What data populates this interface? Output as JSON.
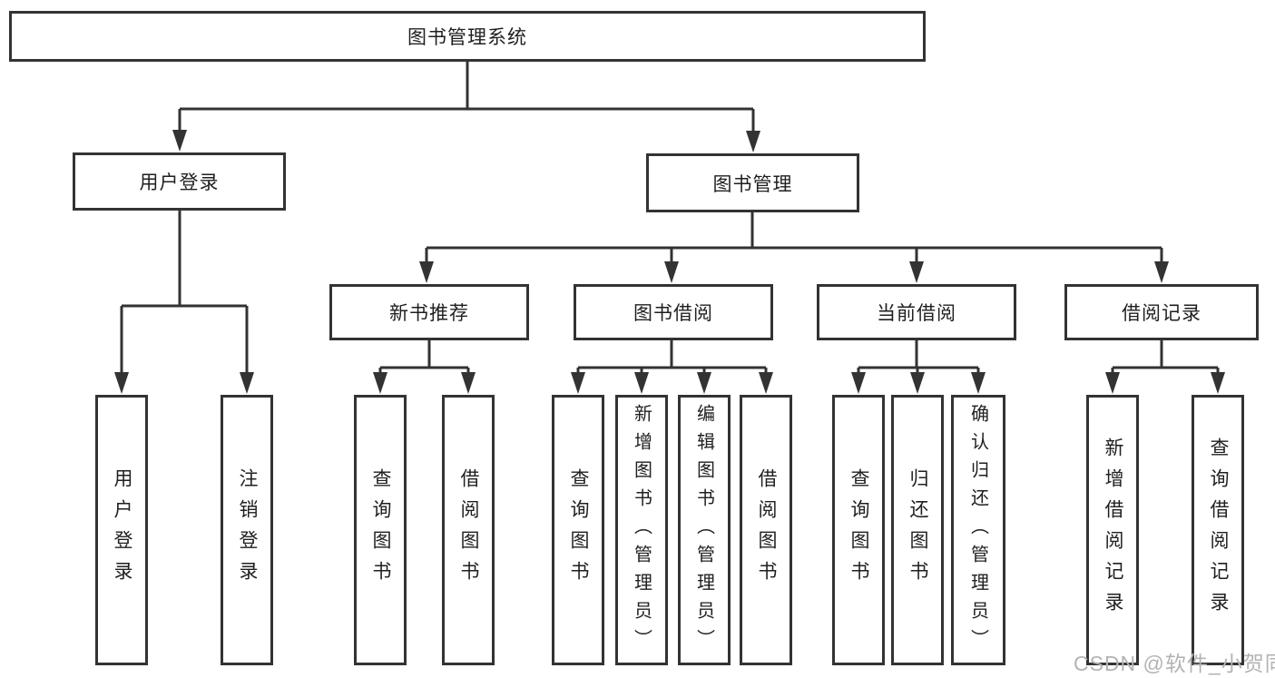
{
  "diagram": {
    "root": {
      "label": "图书管理系统"
    },
    "level2": {
      "user_login": {
        "label": "用户登录"
      },
      "book_mgmt": {
        "label": "图书管理"
      }
    },
    "level3": {
      "new_book_rec": {
        "label": "新书推荐"
      },
      "book_borrow": {
        "label": "图书借阅"
      },
      "current_borrow": {
        "label": "当前借阅"
      },
      "borrow_record": {
        "label": "借阅记录"
      }
    },
    "leaves": {
      "user_login": {
        "label": "用户登录"
      },
      "logout": {
        "label": "注销登录"
      },
      "rec_query_books": {
        "label": "查询图书"
      },
      "rec_borrow_books": {
        "label": "借阅图书"
      },
      "borrow_query_books": {
        "label": "查询图书"
      },
      "add_books_admin": {
        "label": "新增图书（管理员）"
      },
      "edit_books_admin": {
        "label": "编辑图书（管理员）"
      },
      "borrow_borrow_books": {
        "label": "借阅图书"
      },
      "cur_query_books": {
        "label": "查询图书"
      },
      "return_books": {
        "label": "归还图书"
      },
      "confirm_return_admin": {
        "label": "确认归还（管理员）"
      },
      "add_borrow_record": {
        "label": "新增借阅记录"
      },
      "query_borrow_record": {
        "label": "查询借阅记录"
      }
    },
    "watermark": "CSDN @软件_小贺同学",
    "colors": {
      "line": "#333333",
      "border": "#333333",
      "text": "#1f1f1f",
      "watermark": "#b3b3b3"
    }
  }
}
